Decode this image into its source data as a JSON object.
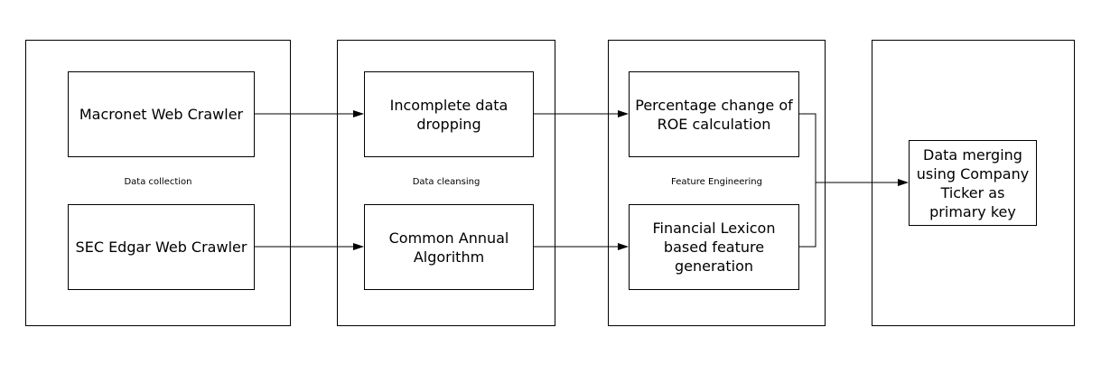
{
  "stages": {
    "collection": "Data collection",
    "cleansing": "Data cleansing",
    "engineering": "Feature Engineering"
  },
  "nodes": {
    "macronet": "Macronet Web Crawler",
    "sec_edgar": "SEC Edgar Web Crawler",
    "incomplete": "Incomplete data dropping",
    "common_annual": "Common Annual Algorithm",
    "roe_change": "Percentage change of ROE calculation",
    "lexicon": "Financial Lexicon based feature generation",
    "merging": "Data merging using Company Ticker as primary key"
  }
}
